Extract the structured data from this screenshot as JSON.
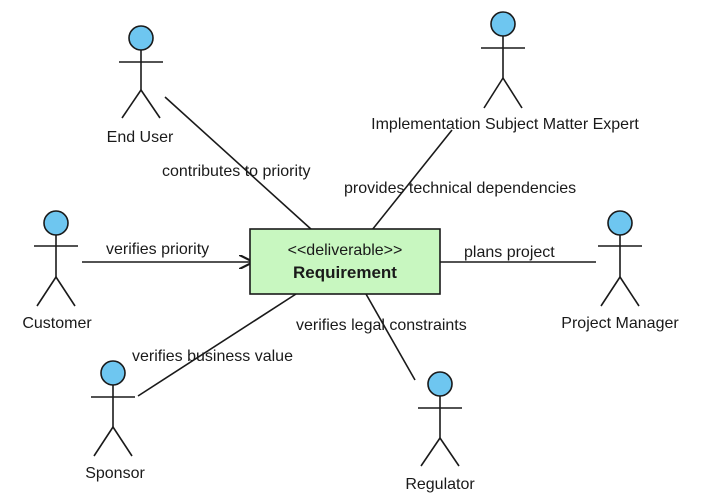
{
  "requirement": {
    "stereotype": "<<deliverable>>",
    "name": "Requirement",
    "fill_color": "#c8f7c0"
  },
  "actor_head_color": "#6ec6f0",
  "actors": {
    "end_user": "End User",
    "sme": "Implementation Subject Matter Expert",
    "customer": "Customer",
    "project_manager": "Project Manager",
    "sponsor": "Sponsor",
    "regulator": "Regulator"
  },
  "associations": {
    "end_user": "contributes to priority",
    "sme": "provides technical dependencies",
    "customer": "verifies priority",
    "project_manager": "plans project",
    "sponsor": "verifies business value",
    "regulator": "verifies legal constraints"
  }
}
